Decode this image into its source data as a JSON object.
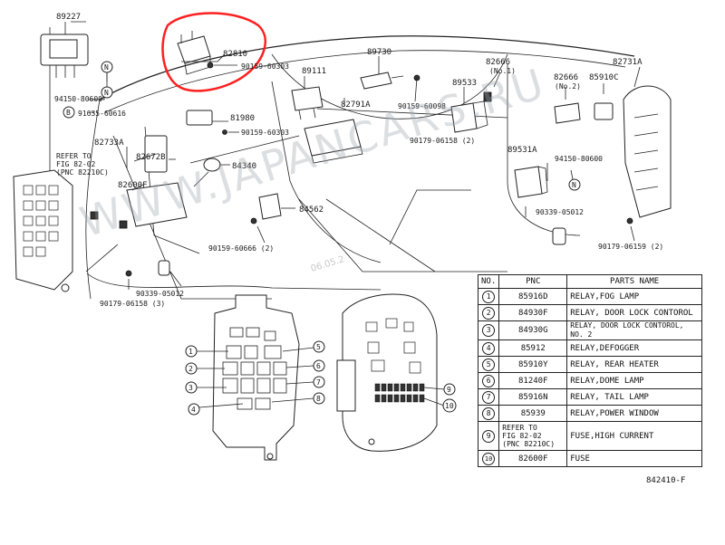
{
  "labels": {
    "l89227": "89227",
    "l82810": "82810",
    "l90159_60303a": "90159-60303",
    "l89730": "89730",
    "l89111": "89111",
    "l82666_1": "82666",
    "l82666_1sub": "(No.1)",
    "l82731a": "82731A",
    "l82666_2": "82666",
    "l82666_2sub": "(No.2)",
    "l85910c": "85910C",
    "l89533": "89533",
    "l82791a": "82791A",
    "l90159_60098": "90159-60098",
    "l94150_80600a": "94150-80600",
    "l91635_60616": "91635-60616",
    "l81980": "81980",
    "l90159_60303b": "90159-60303",
    "l82733a": "82733A",
    "l82672b": "82672B",
    "l84340": "84340",
    "l82600f": "82600F",
    "l90179_06158": "90179-06158 (2)",
    "l89531a": "89531A",
    "l94150_80600b": "94150-80600",
    "l84562": "84562",
    "l90339_05012a": "90339-05012",
    "l90159_60666": "90159-60666 (2)",
    "l90179_06159": "90179-06159 (2)",
    "l90339_05012b": "90339-05012",
    "l90179_06158_3": "90179-06158 (3)",
    "ref1": "REFER TO",
    "ref2": "FIG 82-02",
    "ref3": "(PNC 82210C)",
    "circ_n1": "N",
    "circ_n2": "N",
    "circ_b": "B",
    "circ_n3": "N",
    "c1": "1",
    "c2": "2",
    "c3": "3",
    "c4": "4",
    "c5": "5",
    "c6": "6",
    "c7": "7",
    "c8": "8",
    "c9": "9",
    "c10": "10"
  },
  "watermark": {
    "text": "WWW.JAPANCARS.RU",
    "date": "06.05.2"
  },
  "table": {
    "headers": [
      "NO.",
      "PNC",
      "PARTS NAME"
    ],
    "rows": [
      {
        "no": "1",
        "pnc": "85916D",
        "name": "RELAY,FOG LAMP"
      },
      {
        "no": "2",
        "pnc": "84930F",
        "name": "RELAY, DOOR LOCK CONTOROL"
      },
      {
        "no": "3",
        "pnc": "84930G",
        "name": "RELAY, DOOR LOCK CONTOROL, NO. 2"
      },
      {
        "no": "4",
        "pnc": "85912",
        "name": "RELAY,DEFOGGER"
      },
      {
        "no": "5",
        "pnc": "85910Y",
        "name": "RELAY, REAR HEATER"
      },
      {
        "no": "6",
        "pnc": "81240F",
        "name": "RELAY,DOME LAMP"
      },
      {
        "no": "7",
        "pnc": "85916N",
        "name": "RELAY, TAIL LAMP"
      },
      {
        "no": "8",
        "pnc": "85939",
        "name": "RELAY,POWER WINDOW"
      },
      {
        "no": "9",
        "pnc_lines": [
          "REFER TO",
          "FIG 82-02",
          "(PNC 82210C)"
        ],
        "name": "FUSE,HIGH CURRENT"
      },
      {
        "no": "10",
        "pnc": "82600F",
        "name": "FUSE"
      }
    ]
  },
  "figure_id": "842410-F",
  "colors": {
    "highlight": "#ff2020",
    "ink": "#222222",
    "watermark": "#9aa4ad"
  }
}
